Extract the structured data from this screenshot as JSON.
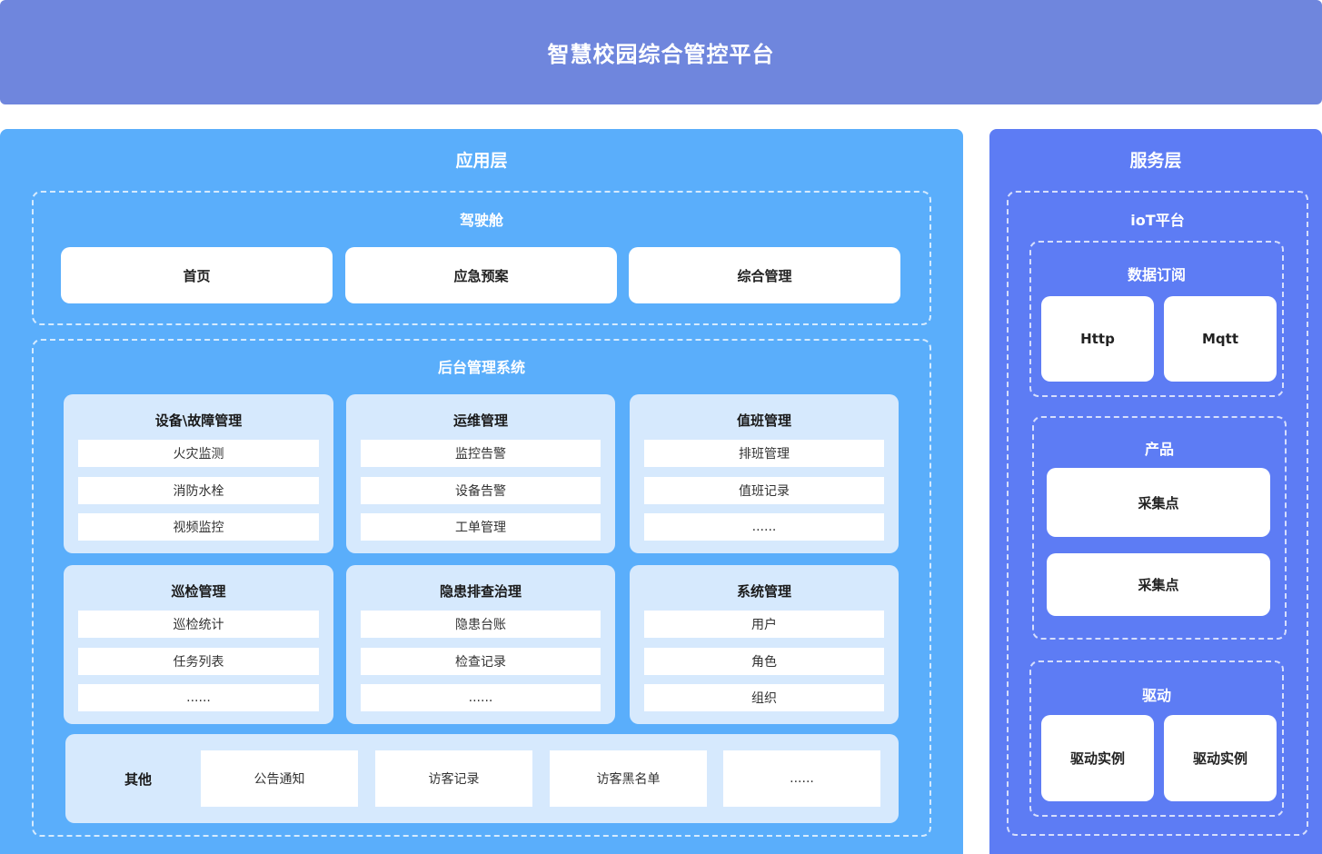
{
  "header": {
    "title": "智慧校园综合管控平台"
  },
  "application_layer": {
    "title": "应用层",
    "cockpit": {
      "title": "驾驶舱",
      "items": [
        "首页",
        "应急预案",
        "综合管理"
      ]
    },
    "backend": {
      "title": "后台管理系统",
      "modules": [
        {
          "title": "设备\\故障管理",
          "items": [
            "火灾监测",
            "消防水栓",
            "视频监控"
          ]
        },
        {
          "title": "运维管理",
          "items": [
            "监控告警",
            "设备告警",
            "工单管理"
          ]
        },
        {
          "title": "值班管理",
          "items": [
            "排班管理",
            "值班记录",
            "......"
          ]
        },
        {
          "title": "巡检管理",
          "items": [
            "巡检统计",
            "任务列表",
            "......"
          ]
        },
        {
          "title": "隐患排查治理",
          "items": [
            "隐患台账",
            "检查记录",
            "......"
          ]
        },
        {
          "title": "系统管理",
          "items": [
            "用户",
            "角色",
            "组织"
          ]
        }
      ],
      "other": {
        "label": "其他",
        "items": [
          "公告通知",
          "访客记录",
          "访客黑名单",
          "......"
        ]
      }
    }
  },
  "service_layer": {
    "title": "服务层",
    "iot": {
      "title": "ioT平台",
      "subscription": {
        "title": "数据订阅",
        "items": [
          "Http",
          "Mqtt"
        ]
      },
      "product": {
        "title": "产品",
        "items": [
          "采集点",
          "采集点"
        ]
      },
      "driver": {
        "title": "驱动",
        "items": [
          "驱动实例",
          "驱动实例"
        ]
      }
    }
  },
  "colors": {
    "header": "#6f86dd",
    "application": "#5aaefb",
    "service": "#5d7cf4",
    "module": "#d6e9fd"
  }
}
